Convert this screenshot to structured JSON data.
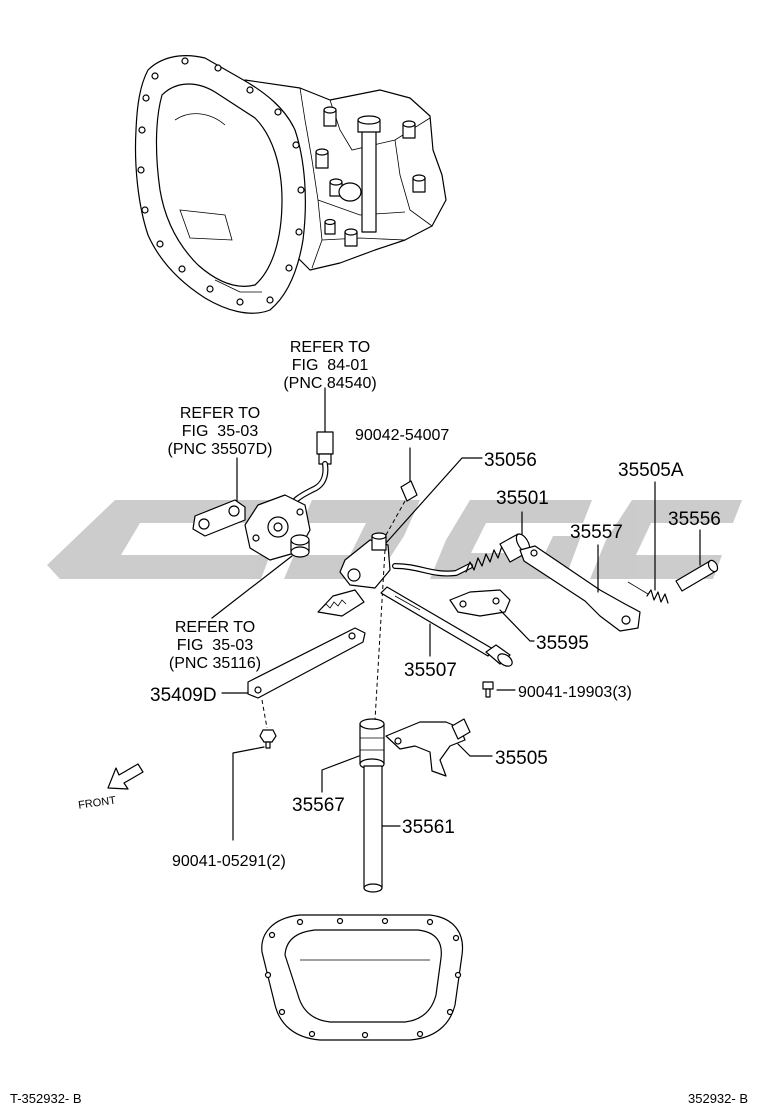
{
  "refer_84540": {
    "line1": "REFER TO",
    "line2": "FIG  84-01",
    "line3": "(PNC 84540)"
  },
  "refer_35507d": {
    "line1": "REFER TO",
    "line2": "FIG  35-03",
    "line3": "(PNC 35507D)"
  },
  "refer_35116": {
    "line1": "REFER TO",
    "line2": "FIG  35-03",
    "line3": "(PNC 35116)"
  },
  "parts": {
    "p90042_54007": "90042-54007",
    "p35056": "35056",
    "p35505a": "35505A",
    "p35501": "35501",
    "p35557": "35557",
    "p35556": "35556",
    "p35595": "35595",
    "p35507": "35507",
    "p90041_19903": "90041-19903(3)",
    "p35409d": "35409D",
    "p35505": "35505",
    "p35567": "35567",
    "p35561": "35561",
    "p90041_05291": "90041-05291(2)"
  },
  "front_label": "FRONT",
  "footer": {
    "left": "T-352932- B",
    "right": "352932- B"
  },
  "colors": {
    "line": "#000000",
    "watermark": "#c6c6c6",
    "background": "#ffffff"
  }
}
